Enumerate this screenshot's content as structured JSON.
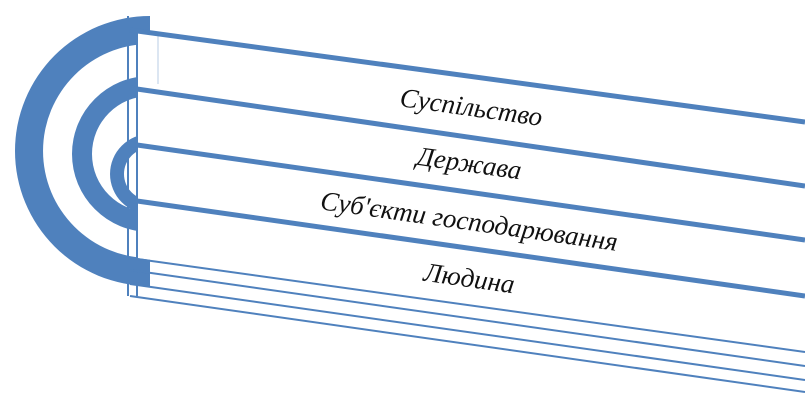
{
  "diagram": {
    "levels": [
      {
        "label": "Суспільство"
      },
      {
        "label": "Держава"
      },
      {
        "label": "Суб'єкти господарювання"
      },
      {
        "label": "Людина"
      }
    ],
    "colors": {
      "accent": "#4f81bd",
      "fill_pale": "#dbe5f1",
      "text": "#111111",
      "background": "#ffffff"
    }
  }
}
